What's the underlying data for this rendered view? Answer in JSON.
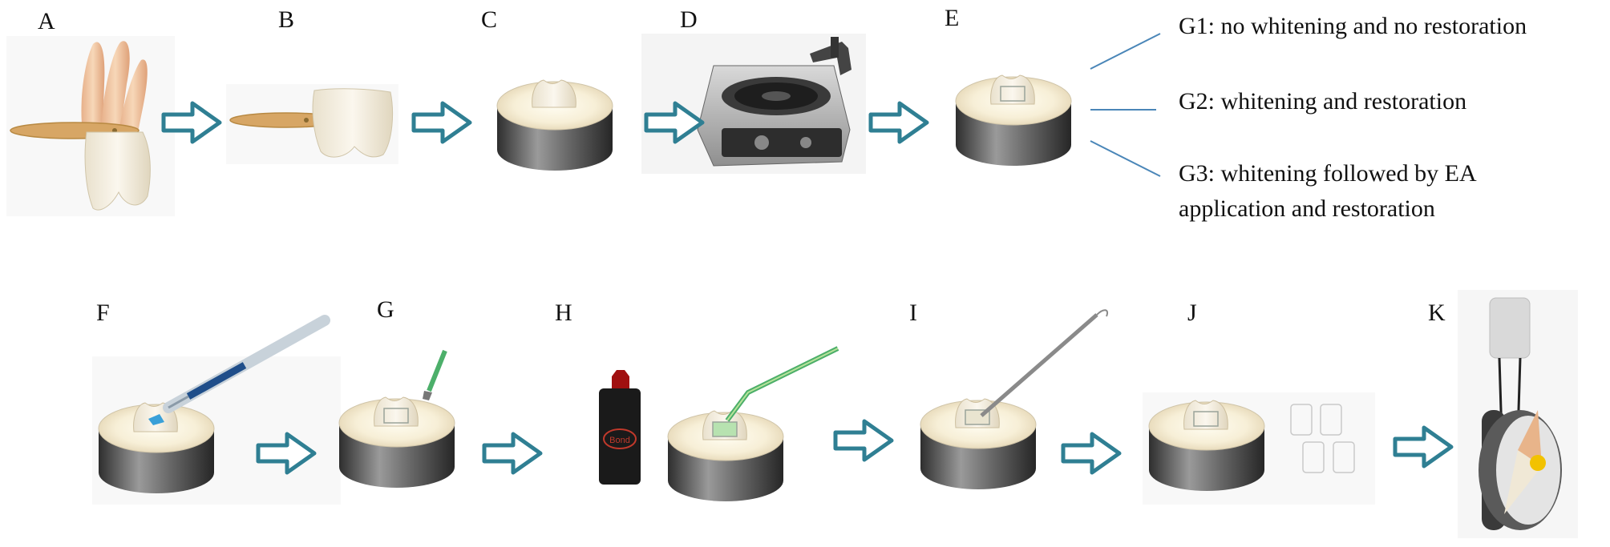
{
  "steps": {
    "A": "A",
    "B": "B",
    "C": "C",
    "D": "D",
    "E": "E",
    "F": "F",
    "G": "G",
    "H": "H",
    "I": "I",
    "J": "J",
    "K": "K"
  },
  "groups": {
    "g1": "G1: no whitening and no restoration",
    "g2": "G2: whitening and restoration",
    "g3_line1": "G3: whitening followed by EA",
    "g3_line2": "application and restoration"
  },
  "bottle_label": "Bond",
  "colors": {
    "arrow_stroke": "#2f7f93",
    "connector_line": "#4a86b8",
    "resin_base": "#4a4a4a",
    "tooth_crown": "#f0e8d6",
    "root": "#e8b48a",
    "disc": "#d7a665",
    "whitening_gel": "#3aa0d8",
    "brush": "#4caf6a",
    "bottle": "#1a1a1a",
    "bottle_label": "#c0392b",
    "composite": "#f2c200"
  }
}
